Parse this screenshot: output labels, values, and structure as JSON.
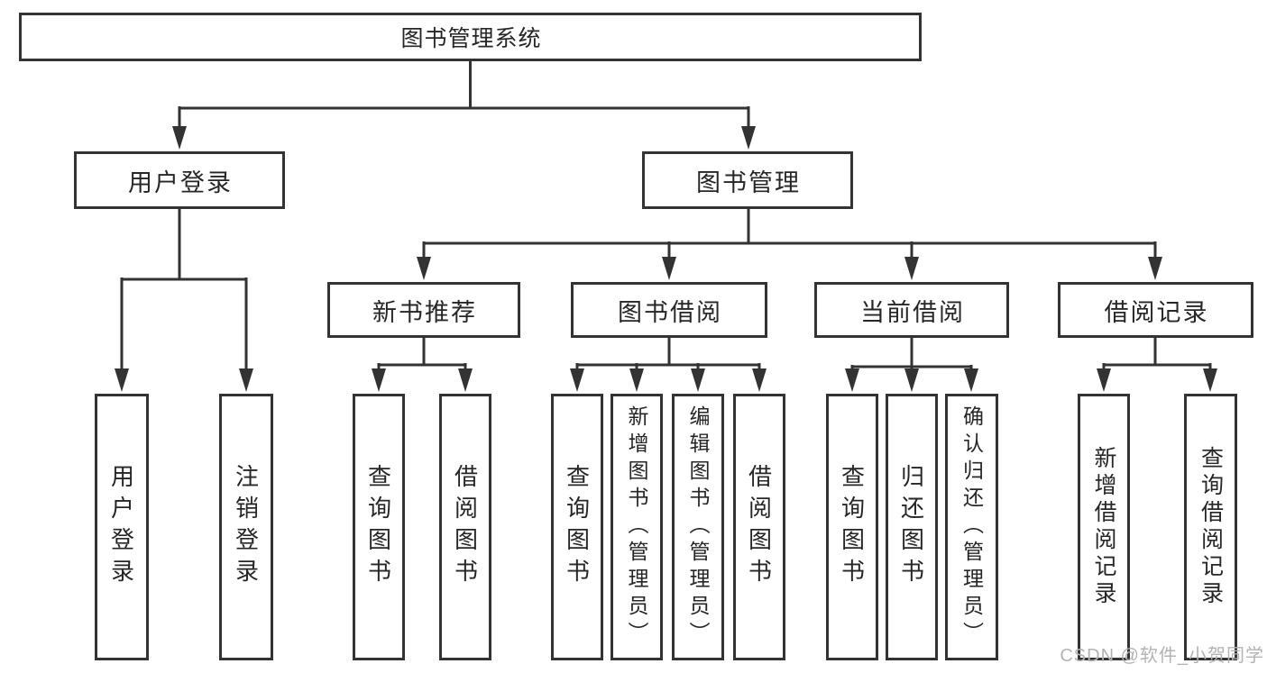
{
  "colors": {
    "line": "#333333",
    "box_border": "#333333",
    "text": "#262626",
    "watermark": "#b3b3b3",
    "box_fill": "#ffffff",
    "background": "#ffffff"
  },
  "watermark": {
    "text": "CSDN @软件_小贺同学"
  },
  "tree": {
    "root": {
      "label": "图书管理系统",
      "children": [
        {
          "label": "用户登录",
          "children": [
            {
              "label": "用户登录"
            },
            {
              "label": "注销登录"
            }
          ]
        },
        {
          "label": "图书管理",
          "children": [
            {
              "label": "新书推荐",
              "children": [
                {
                  "label": "查询图书"
                },
                {
                  "label": "借阅图书"
                }
              ]
            },
            {
              "label": "图书借阅",
              "children": [
                {
                  "label": "查询图书"
                },
                {
                  "label": "新增图书（管理员）"
                },
                {
                  "label": "编辑图书（管理员）"
                },
                {
                  "label": "借阅图书"
                }
              ]
            },
            {
              "label": "当前借阅",
              "children": [
                {
                  "label": "查询图书"
                },
                {
                  "label": "归还图书"
                },
                {
                  "label": "确认归还（管理员）"
                }
              ]
            },
            {
              "label": "借阅记录",
              "children": [
                {
                  "label": "新增借阅记录"
                },
                {
                  "label": "查询借阅记录"
                }
              ]
            }
          ]
        }
      ]
    }
  }
}
